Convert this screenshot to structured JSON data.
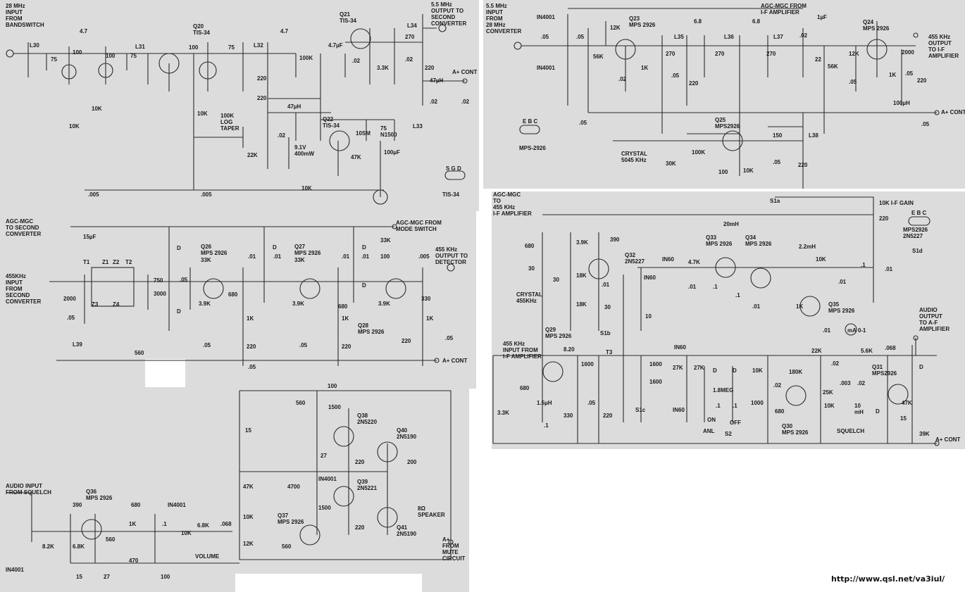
{
  "panels": {
    "top_left_labels": {
      "input": "28 MHz\nINPUT\nFROM\nBANDSWITCH",
      "output": "5.5 MHz\nOUTPUT TO\nSECOND\nCONVERTER",
      "l30": "L30",
      "c47": "4.7",
      "c100a": "100",
      "c100b": "100",
      "c75a": "75",
      "c75b": "75",
      "l31": "L31",
      "q20": "Q20\nTIS-34",
      "c100c": "100",
      "r10ka": "10K",
      "r10kb": "10K",
      "c005a": ".005",
      "c75c": "75",
      "l32": "L32",
      "c47b": "4.7",
      "r100k": "100K",
      "c47uf": "4.7µF",
      "q21": "Q21\nTIS-34",
      "l34": "L34",
      "c270": "270",
      "c02a": ".02",
      "r33k": "3.3K",
      "c02b": ".02",
      "r220a": "220",
      "r220b": "220",
      "r220c": "220",
      "l47a": "47µH",
      "l47b": "47µH",
      "acont": "A+ CONT",
      "c02c": ".02",
      "c02d": ".02",
      "r10kc": "10K",
      "pot": "100K\nLOG\nTAPER",
      "c02e": ".02",
      "zener": "9.1V\n400mW",
      "r22k": "22K",
      "q22": "Q22\nTIS-34",
      "c10sm": "10SM",
      "c75n": "75\nN1500",
      "l33": "L33",
      "r47k": "47K",
      "c100uf": "100µF",
      "c005b": ".005",
      "r10kd": "10K",
      "sgd": "S G D",
      "tis34": "TIS-34"
    },
    "top_right_labels": {
      "input": "5.5 MHz\nINPUT\nFROM\n28 MHz\nCONVERTER",
      "agc": "AGC-MGC FROM\nI-F AMPLIFIER",
      "d1": "IN4001",
      "d2": "IN4001",
      "c05a": ".05",
      "c05b": ".05",
      "r12ka": "12K",
      "r56ka": "56K",
      "q23": "Q23\nMPS 2926",
      "r1ka": "1K",
      "c02": ".02",
      "c68a": "6.8",
      "c68b": "6.8",
      "l35": "L35",
      "l36": "L36",
      "l37": "L37",
      "c270a": "270",
      "c270b": "270",
      "c270c": "270",
      "c05c": ".05",
      "r220a": "220",
      "c02b": ".02",
      "c22": "22",
      "c1uf": "1µF",
      "q24": "Q24\nMPS 2926",
      "r12kb": "12K",
      "r56kb": "56K",
      "r1kb": "1K",
      "c05d": ".05",
      "c2000": "2000",
      "c05e": ".05",
      "r220b": "220",
      "output": "455 KHz\nOUTPUT\nTO I-F\nAMPLIFIER",
      "l100": "100µH",
      "acont": "A+ CONT",
      "c05f": ".05",
      "ebc": "E B C",
      "mps": "MPS-2926",
      "q25": "Q25\nMPS2926",
      "c150": "150",
      "l38": "L38",
      "crystal": "CRYSTAL\n5045 KHz",
      "r30k": "30K",
      "r100k": "100K",
      "c100": "100",
      "r10k": "10K",
      "c05g": ".05",
      "r220c": "220",
      "c05h": ".05"
    },
    "mid_left_labels": {
      "agc_in": "AGC-MGC\nTO SECOND\nCONVERTER",
      "c15": "15µF",
      "agc_from": "AGC-MGC FROM\nMODE SWITCH",
      "input": "455KHz\nINPUT\nFROM\nSECOND\nCONVERTER",
      "t1": "T1",
      "z1": "Z1",
      "z2": "Z2",
      "t2": "T2",
      "z3": "Z3",
      "z4": "Z4",
      "c2000": "2000",
      "c05a": ".05",
      "l39": "L39",
      "c560": "560",
      "c750": "750",
      "c3000": "3000",
      "c05b": ".05",
      "da": "D",
      "db": "D",
      "dc": "D",
      "dd": "D",
      "de": "D",
      "q26": "Q26\nMPS 2926",
      "r33ka": "33K",
      "r39ka": "3.9K",
      "r680a": "680",
      "r1ka": "1K",
      "c05c": ".05",
      "r220a": "220",
      "c01a": ".01",
      "c01b": ".01",
      "q27": "Q27\nMPS 2926",
      "r33kb": "33K",
      "r39kb": "3.9K",
      "r680b": "680",
      "r1kb": "1K",
      "c05d": ".05",
      "r220b": "220",
      "c01c": ".01",
      "c01d": ".01",
      "r33kc": "33K",
      "r100": "100",
      "c005": ".005",
      "output": "455 KHz\nOUTPUT TO\nDETECTOR",
      "q28": "Q28\nMPS 2926",
      "r39kc": "3.9K",
      "r330": "330",
      "r1kc": "1K",
      "r220c": "220",
      "c05e": ".05",
      "acont": "A+ CONT",
      "c05f": ".05"
    },
    "bottom_left_labels": {
      "r100": "100",
      "r560": "560",
      "c1500a": "1500",
      "q38": "Q38\n2N5220",
      "q40": "Q40\n2N5190",
      "c15": "15",
      "r27": "27",
      "r220a": "220",
      "c200": "200",
      "d": "IN4001",
      "q39": "Q39\n2N5221",
      "r47k": "47K",
      "c4700": "4700",
      "c1500b": "1500",
      "r220b": "220",
      "spk": "8Ω\nSPEAKER",
      "q41": "Q41\n2N5190",
      "audio": "AUDIO INPUT\nFROM SQUELCH",
      "q36": "Q36\nMPS 2926",
      "c390": "390",
      "r680": "680",
      "d2": "IN4001",
      "r1k": "1K",
      "c1": ".1",
      "r10ka": "10K",
      "q37": "Q37\nMPS 2926",
      "r68k": "6.8K",
      "c068": ".068",
      "r10kb": "10K",
      "r12k": "12K",
      "c560": "560",
      "vol": "VOLUME",
      "r82k": "8.2K",
      "r68kb": "6.8K",
      "r560b": "560",
      "r470": "470",
      "d3": "IN4001",
      "c15b": "15",
      "r27b": "27",
      "c100": "100",
      "amute": "A+\nFROM\nMUTE\nCIRCUIT"
    },
    "bottom_right_labels": {
      "agc": "AGC-MGC\nTO\n455 KHz\nI-F AMPLIFIER",
      "s1a": "S1a",
      "ifgain": "10K I-F GAIN",
      "r220": "220",
      "mps": "MPS2926\n2N5227",
      "ebc": "E B C",
      "c680": "680",
      "r39k": "3.9K",
      "r390": "390",
      "q32": "Q32\n2N5227",
      "c30a": "30",
      "c30b": "30",
      "r18ka": "18K",
      "r18kb": "18K",
      "c01a": ".01",
      "crystal": "CRYSTAL\n455KHz",
      "c30c": "30",
      "c10": "10",
      "l20": "20mH",
      "q33": "Q33\nMPS 2926",
      "q34": "Q34\nMPS 2926",
      "l22": "2.2mH",
      "d1": "IN60",
      "d2": "IN60",
      "r47k": "4.7K",
      "c01b": ".01",
      "c1a": ".1",
      "c1b": ".1",
      "c01c": ".01",
      "r10k": "10K",
      "c1c": ".1",
      "c01d": ".01",
      "s1d": "S1d",
      "q35": "Q35\nMPS 2926",
      "r1k": "1K",
      "c01e": ".01",
      "meter": "mA 0-1",
      "audio_out": "AUDIO\nOUTPUT\nTO A-F\nAMPLIFIER",
      "q29": "Q29\nMPS 2926",
      "input": "455 KHz\nINPUT FROM\nI-F AMPLIFIER",
      "r820": "8.20",
      "s1b": "S1b",
      "t3": "T3",
      "d3": "IN60",
      "r22k": "22K",
      "r56k": "5.6K",
      "c068": ".068",
      "r680": "680",
      "c1600a": "1600",
      "c1600b": "1600",
      "c1600c": "1600",
      "r27ka": "27K",
      "r27kb": "27K",
      "dd": "D",
      "de": "D",
      "r18meg": "1.8MEG",
      "r10kb": ".02",
      "c02a": ".02",
      "r180k": "180K",
      "r25k": "25K",
      "c003": ".003",
      "c02b": ".02",
      "q31": "Q31\nMPS2926",
      "d4": "D",
      "r33k": "3.3K",
      "l15": "1.5µH",
      "c1d": ".1",
      "r330": "330",
      "c05": ".05",
      "r220b": "220",
      "s1c": "S1c",
      "d5": "IN60",
      "c1e": ".1",
      "c1f": ".1",
      "on": "ON",
      "off": "OFF",
      "anl": "ANL",
      "s2": "S2",
      "c1000": "1000",
      "c680b": "680",
      "q30": "Q30\nMPS 2926",
      "r10kc": "10K",
      "l10": "10\nmH",
      "dsq": "D",
      "squelch": "SQUELCH",
      "r47kb": "47K",
      "c15": "15",
      "r39kb": "39K",
      "acont": "A+ CONT"
    }
  },
  "url": "http://www.qsl.net/va3iul/"
}
